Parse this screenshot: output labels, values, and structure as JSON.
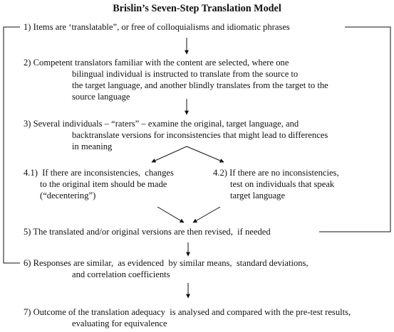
{
  "title": "Brislin’s Seven-Step Translation Model",
  "steps": {
    "s1": [
      "1) Items are ‘translatable”, or free of colloquialisms and idiomatic phrases"
    ],
    "s2": [
      "2) Competent translators familiar with the content are selected, where one",
      "bilingual individual is instructed to translate from the source to",
      "the target language, and another blindly translates from the target to the",
      "source language"
    ],
    "s3": [
      "3) Several individuals – “raters” – examine the original, target language, and",
      "backtranslate versions for inconsistencies that might lead to differences",
      "in meaning"
    ],
    "s41": [
      "4.1)  If there are inconsistencies,  changes",
      "to the original item should be made",
      "(“decentering”)"
    ],
    "s42": [
      "4.2) If there are no inconsistencies,",
      "test on individuals that speak",
      "target language"
    ],
    "s5": [
      "5) The translated and/or original versions are then revised,  if needed"
    ],
    "s6": [
      "6) Responses are similar,  as evidenced  by similar means,  standard deviations,",
      "and correlation coefficients"
    ],
    "s7": [
      "7) Outcome of the translation adequacy  is analysed and compared with the pre-test results,",
      "evaluating for equivalence"
    ]
  }
}
